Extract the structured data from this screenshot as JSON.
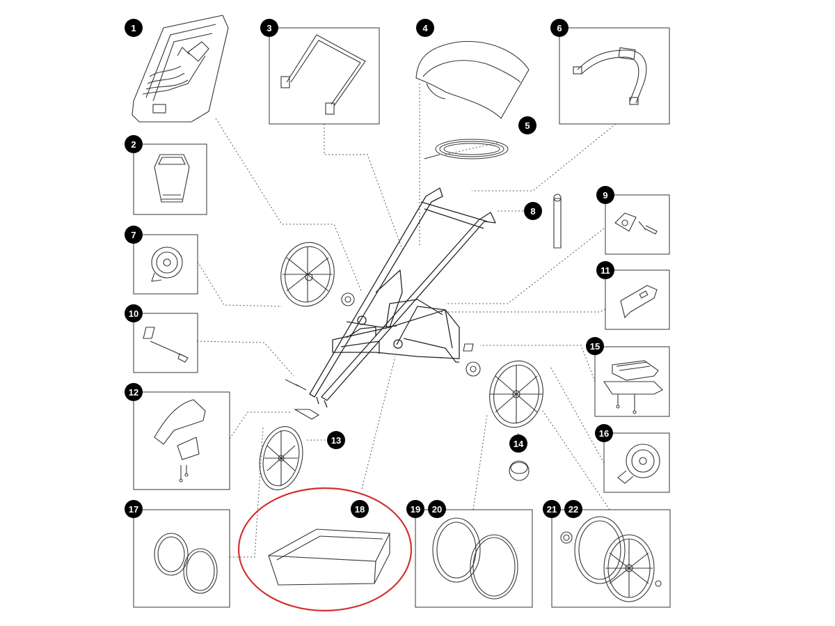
{
  "diagram": {
    "parts": [
      {
        "number": "1",
        "name": "seat",
        "icon": "seat-icon"
      },
      {
        "number": "2",
        "name": "bumper-pad",
        "icon": "pad-icon"
      },
      {
        "number": "3",
        "name": "bumper-bar",
        "icon": "bumper-bar-icon"
      },
      {
        "number": "4",
        "name": "canopy",
        "icon": "canopy-icon"
      },
      {
        "number": "5",
        "name": "brake-cable",
        "icon": "cable-icon"
      },
      {
        "number": "6",
        "name": "handlebar",
        "icon": "handlebar-icon"
      },
      {
        "number": "7",
        "name": "wheel-hub-adapter",
        "icon": "hub-adapter-icon"
      },
      {
        "number": "8",
        "name": "wrist-strap",
        "icon": "strap-icon"
      },
      {
        "number": "9",
        "name": "clip-screw",
        "icon": "clip-screw-icon"
      },
      {
        "number": "10",
        "name": "axle",
        "icon": "axle-icon"
      },
      {
        "number": "11",
        "name": "latch",
        "icon": "latch-icon"
      },
      {
        "number": "12",
        "name": "fender-bracket",
        "icon": "fender-icon"
      },
      {
        "number": "13",
        "name": "front-wheel",
        "icon": "wheel-icon"
      },
      {
        "number": "14",
        "name": "hub-cap",
        "icon": "hub-cap-icon"
      },
      {
        "number": "15",
        "name": "foot-brake",
        "icon": "foot-brake-icon"
      },
      {
        "number": "16",
        "name": "brake-drum",
        "icon": "brake-drum-icon"
      },
      {
        "number": "17",
        "name": "front-tire-tube",
        "icon": "tire-icon"
      },
      {
        "number": "18",
        "name": "storage-basket",
        "icon": "basket-icon"
      },
      {
        "number": "19",
        "name": "rear-tire",
        "icon": "tire-icon"
      },
      {
        "number": "20",
        "name": "rear-tube",
        "icon": "tube-icon"
      },
      {
        "number": "21",
        "name": "nut",
        "icon": "nut-icon"
      },
      {
        "number": "22",
        "name": "rear-wheel",
        "icon": "wheel-icon"
      }
    ],
    "highlight": {
      "part": "18",
      "color": "#d32f2f"
    },
    "colors": {
      "badge": "#000000",
      "line": "#222222",
      "highlight": "#d32f2f"
    }
  }
}
